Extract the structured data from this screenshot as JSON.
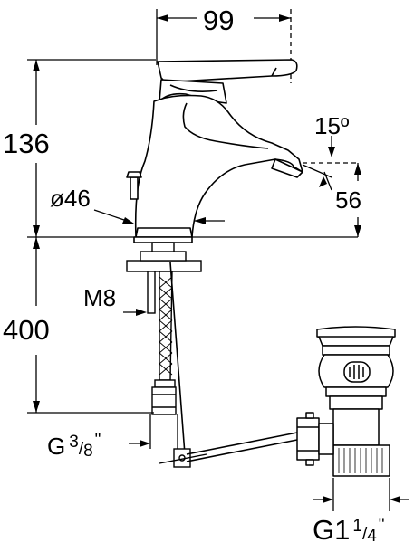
{
  "dimensions": {
    "width_top": "99",
    "height_faucet": "136",
    "angle": "15º",
    "spout_height": "56",
    "base_diameter": "ø46",
    "thread_size": "M8",
    "hose_length": "400",
    "inlet_prefix": "G",
    "inlet_num": "3",
    "inlet_den": "8",
    "inlet_suffix": "\"",
    "waste_main": "G1",
    "waste_num": "1",
    "waste_den": "4",
    "waste_suffix": "\""
  }
}
